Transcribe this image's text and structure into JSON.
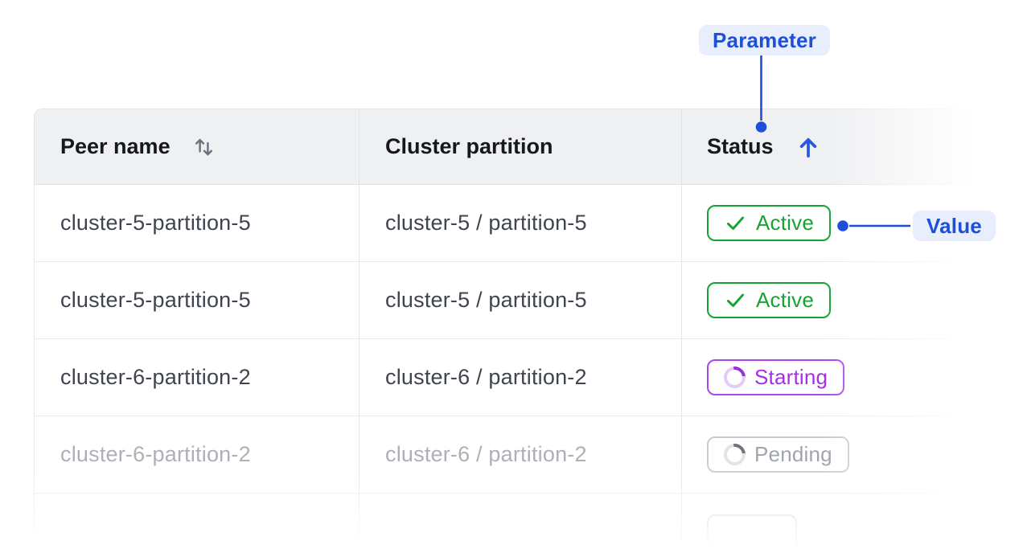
{
  "annotations": {
    "parameter": {
      "label": "Parameter"
    },
    "value": {
      "label": "Value"
    },
    "accent_blue": "#1d4fd8",
    "pill_bg": "#e8eefc"
  },
  "table": {
    "header": {
      "peer_name": {
        "label": "Peer name",
        "sort_icon": "sort-up-down"
      },
      "cluster_partition": {
        "label": "Cluster partition"
      },
      "status": {
        "label": "Status",
        "sort_icon": "arrow-up",
        "sort_direction": "asc"
      }
    },
    "rows": [
      {
        "peer_name": "cluster-5-partition-5",
        "cluster_partition": "cluster-5 / partition-5",
        "status": "Active",
        "status_type": "active",
        "dimmed": false
      },
      {
        "peer_name": "cluster-5-partition-5",
        "cluster_partition": "cluster-5 / partition-5",
        "status": "Active",
        "status_type": "active",
        "dimmed": false
      },
      {
        "peer_name": "cluster-6-partition-2",
        "cluster_partition": "cluster-6 / partition-2",
        "status": "Starting",
        "status_type": "starting",
        "dimmed": false
      },
      {
        "peer_name": "cluster-6-partition-2",
        "cluster_partition": "cluster-6 / partition-2",
        "status": "Pending",
        "status_type": "pending",
        "dimmed": true
      },
      {
        "peer_name": "",
        "cluster_partition": "",
        "status": "",
        "status_type": "partial",
        "dimmed": true
      }
    ],
    "status_colors": {
      "active": {
        "text": "#17a234",
        "border": "#17a234",
        "icon": "check"
      },
      "starting": {
        "text": "#a62ee8",
        "border": "#ab47ec",
        "icon": "spinner",
        "spinner_light": "#e5cbf8",
        "spinner_dark": "#9530e0"
      },
      "pending": {
        "text": "#a0a4ac",
        "border": "#c9cbce",
        "icon": "spinner",
        "spinner_light": "#e3e4e6",
        "spinner_dark": "#6f747c"
      },
      "partial": {
        "border": "#d6d7da",
        "icon": "none"
      }
    },
    "sort_icon_color": "#6d737e"
  }
}
